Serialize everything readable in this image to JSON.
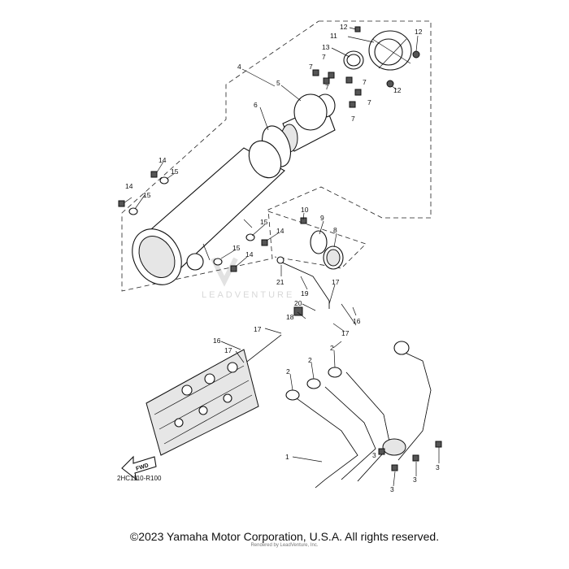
{
  "diagram": {
    "code": "2HC1110-R100",
    "fwd_label": "FWD",
    "watermark": "LEADVENTURE",
    "callouts": {
      "c12a": "12",
      "c11": "11",
      "c12b": "12",
      "c13": "13",
      "c7a": "7",
      "c7b": "7",
      "c7c": "7",
      "c7d": "7",
      "c7e": "7",
      "c7f": "7",
      "c12c": "12",
      "c4": "4",
      "c5": "5",
      "c6": "6",
      "c14a": "14",
      "c15a": "15",
      "c14b": "14",
      "c15b": "15",
      "c10": "10",
      "c9": "9",
      "c8": "8",
      "c15c": "15",
      "c14c": "14",
      "c15d": "15",
      "c14d": "14",
      "c21": "21",
      "c19": "19",
      "c17a": "17",
      "c20": "20",
      "c16a": "16",
      "c18": "18",
      "c17b": "17",
      "c17c": "17",
      "c16b": "16",
      "c17d": "17",
      "c2a": "2",
      "c2b": "2",
      "c2c": "2",
      "c1": "1",
      "c3a": "3",
      "c3b": "3",
      "c3c": "3",
      "c3d": "3"
    }
  },
  "footer": {
    "copyright": "©2023 Yamaha Motor Corporation, U.S.A. All rights reserved.",
    "rendered_by": "Rendered by LeadVenture, Inc."
  }
}
